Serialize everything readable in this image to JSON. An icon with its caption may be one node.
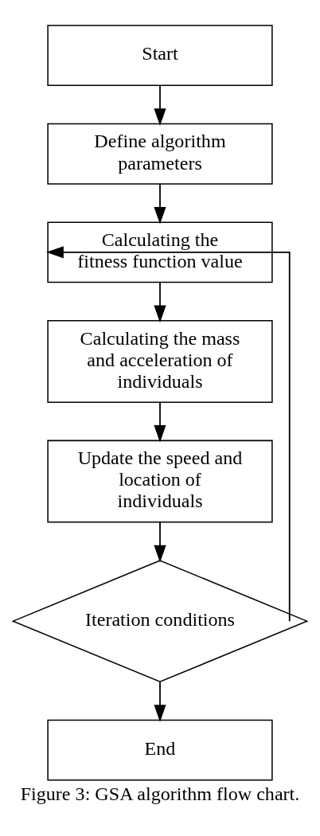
{
  "diagram": {
    "caption": "Figure 3: GSA algorithm flow chart.",
    "nodes": [
      {
        "text": [
          "Start"
        ]
      },
      {
        "text": [
          "Define algorithm parameters"
        ]
      },
      {
        "text": [
          "Calculating the fitness function value"
        ]
      },
      {
        "text": [
          "Calculating the mass and acceleration of individuals"
        ]
      },
      {
        "text": [
          "Update the speed and location of individuals"
        ]
      },
      {
        "text": [
          "Iteration conditions"
        ]
      },
      {
        "text": [
          "End"
        ]
      }
    ],
    "edges": [
      {
        "from": 0,
        "to": 1,
        "arrow": "to"
      },
      {
        "from": 1,
        "to": 2,
        "arrow": "to"
      },
      {
        "from": 2,
        "to": 3,
        "arrow": "to"
      },
      {
        "from": 3,
        "to": 4,
        "arrow": "to"
      },
      {
        "from": 4,
        "to": 5,
        "arrow": "to"
      },
      {
        "from": 5,
        "to": 2,
        "arrow": "to"
      },
      {
        "from": 5,
        "to": 6,
        "arrow": "to"
      }
    ]
  }
}
